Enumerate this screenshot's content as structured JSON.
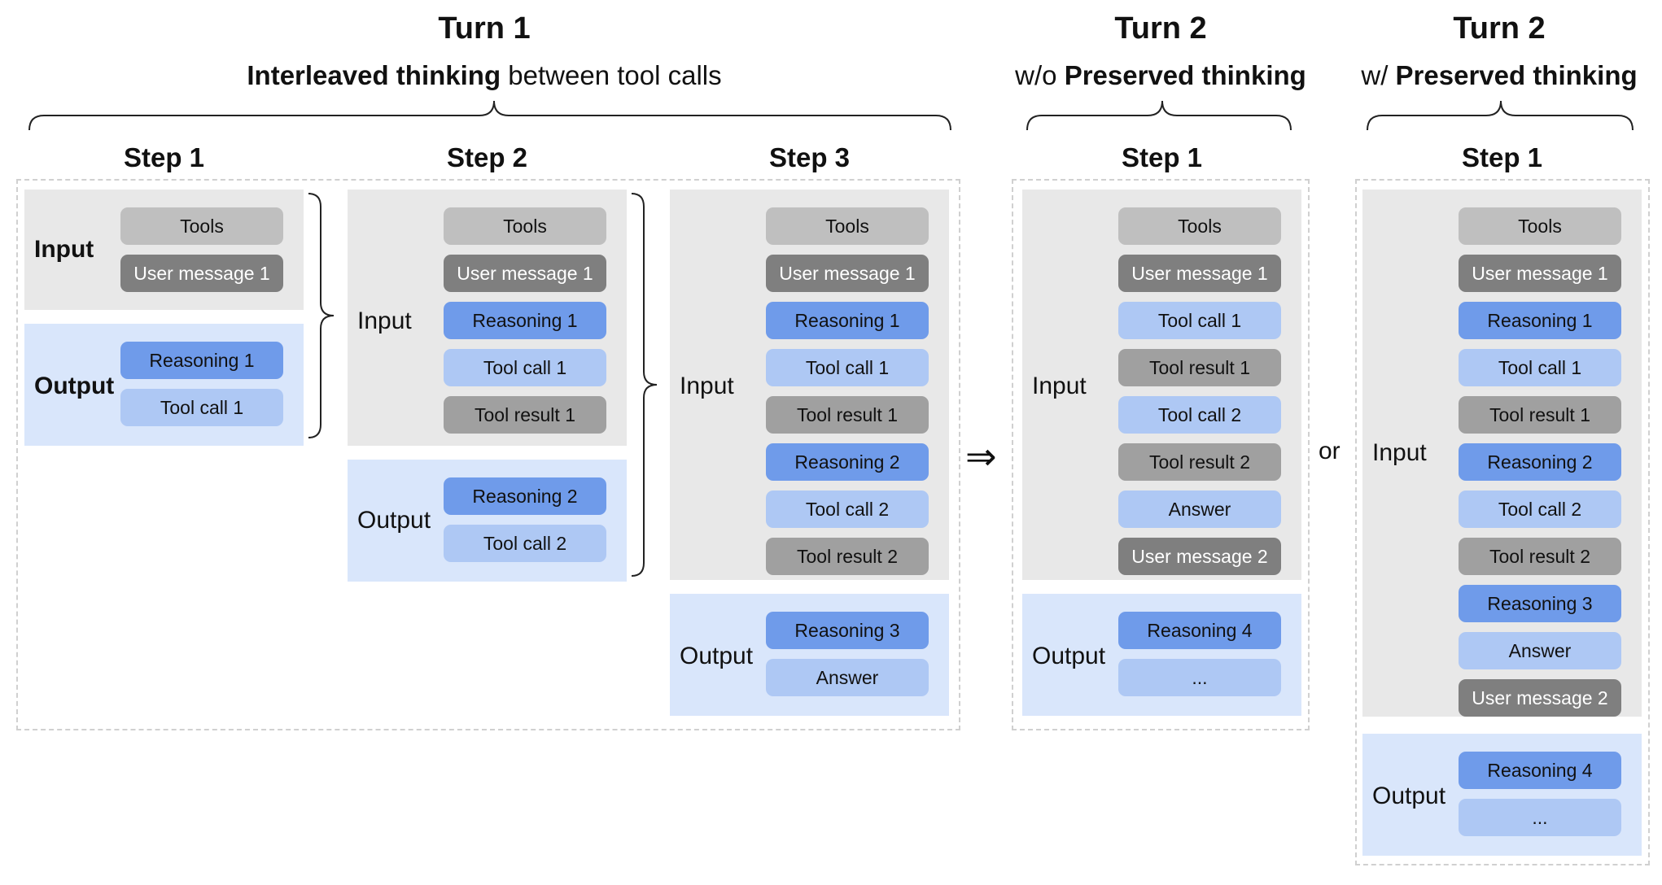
{
  "header": {
    "turn1": {
      "title": "Turn 1",
      "subtitle_bold": "Interleaved thinking",
      "subtitle_rest": " between tool calls"
    },
    "turn2a": {
      "title": "Turn 2",
      "subtitle_pre": "w/o ",
      "subtitle_bold": "Preserved thinking"
    },
    "turn2b": {
      "title": "Turn 2",
      "subtitle_pre": "w/ ",
      "subtitle_bold": "Preserved thinking"
    }
  },
  "connectors": {
    "arrow": "⇒",
    "or": "or"
  },
  "columns": [
    {
      "step": "Step 1",
      "input_label": "Input",
      "input_items": [
        {
          "text": "Tools",
          "kind": "tools"
        },
        {
          "text": "User message 1",
          "kind": "user"
        }
      ],
      "output_label": "Output",
      "output_items": [
        {
          "text": "Reasoning 1",
          "kind": "reason"
        },
        {
          "text": "Tool call 1",
          "kind": "call"
        }
      ]
    },
    {
      "step": "Step 2",
      "input_label": "Input",
      "input_items": [
        {
          "text": "Tools",
          "kind": "tools"
        },
        {
          "text": "User message 1",
          "kind": "user"
        },
        {
          "text": "Reasoning 1",
          "kind": "reason"
        },
        {
          "text": "Tool call 1",
          "kind": "call"
        },
        {
          "text": "Tool result 1",
          "kind": "result"
        }
      ],
      "output_label": "Output",
      "output_items": [
        {
          "text": "Reasoning 2",
          "kind": "reason"
        },
        {
          "text": "Tool call 2",
          "kind": "call"
        }
      ]
    },
    {
      "step": "Step 3",
      "input_label": "Input",
      "input_items": [
        {
          "text": "Tools",
          "kind": "tools"
        },
        {
          "text": "User message 1",
          "kind": "user"
        },
        {
          "text": "Reasoning 1",
          "kind": "reason"
        },
        {
          "text": "Tool call 1",
          "kind": "call"
        },
        {
          "text": "Tool result 1",
          "kind": "result"
        },
        {
          "text": "Reasoning 2",
          "kind": "reason"
        },
        {
          "text": "Tool call 2",
          "kind": "call"
        },
        {
          "text": "Tool result 2",
          "kind": "result"
        }
      ],
      "output_label": "Output",
      "output_items": [
        {
          "text": "Reasoning 3",
          "kind": "reason"
        },
        {
          "text": "Answer",
          "kind": "answer"
        }
      ]
    },
    {
      "step": "Step 1",
      "input_label": "Input",
      "input_items": [
        {
          "text": "Tools",
          "kind": "tools"
        },
        {
          "text": "User message 1",
          "kind": "user"
        },
        {
          "text": "Tool call 1",
          "kind": "call"
        },
        {
          "text": "Tool result 1",
          "kind": "result"
        },
        {
          "text": "Tool call 2",
          "kind": "call"
        },
        {
          "text": "Tool result 2",
          "kind": "result"
        },
        {
          "text": "Answer",
          "kind": "answer"
        },
        {
          "text": "User message 2",
          "kind": "user"
        }
      ],
      "output_label": "Output",
      "output_items": [
        {
          "text": "Reasoning 4",
          "kind": "reason"
        },
        {
          "text": "...",
          "kind": "call"
        }
      ]
    },
    {
      "step": "Step 1",
      "input_label": "Input",
      "input_items": [
        {
          "text": "Tools",
          "kind": "tools"
        },
        {
          "text": "User message 1",
          "kind": "user"
        },
        {
          "text": "Reasoning 1",
          "kind": "reason"
        },
        {
          "text": "Tool call 1",
          "kind": "call"
        },
        {
          "text": "Tool result 1",
          "kind": "result"
        },
        {
          "text": "Reasoning 2",
          "kind": "reason"
        },
        {
          "text": "Tool call 2",
          "kind": "call"
        },
        {
          "text": "Tool result 2",
          "kind": "result"
        },
        {
          "text": "Reasoning 3",
          "kind": "reason"
        },
        {
          "text": "Answer",
          "kind": "answer"
        },
        {
          "text": "User message 2",
          "kind": "user"
        }
      ],
      "output_label": "Output",
      "output_items": [
        {
          "text": "Reasoning 4",
          "kind": "reason"
        },
        {
          "text": "...",
          "kind": "call"
        }
      ]
    }
  ]
}
